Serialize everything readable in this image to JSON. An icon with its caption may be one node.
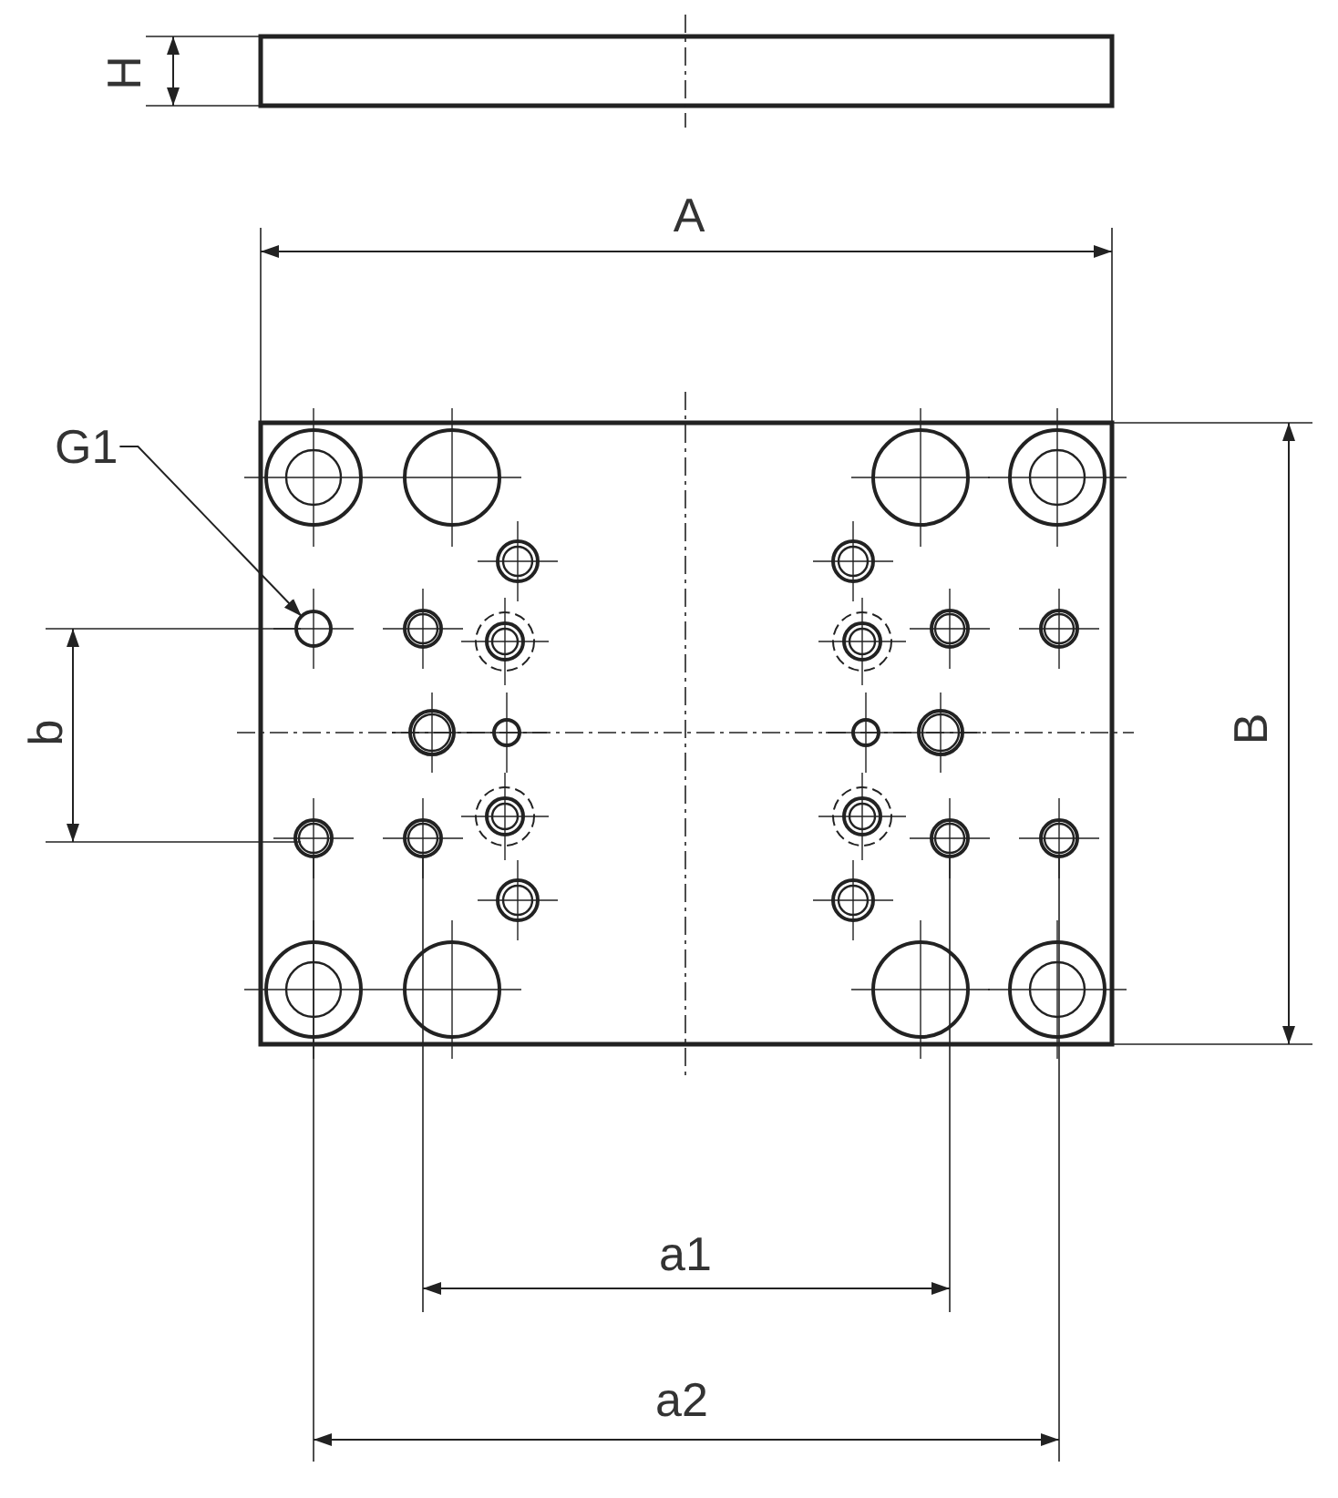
{
  "diagram": {
    "nodes": [
      {
        "text": [
          "G1"
        ]
      },
      {
        "text": [],
        "shape": "circle"
      }
    ],
    "edges": [
      {
        "from": 0,
        "to": 1,
        "arrow": "to"
      }
    ],
    "labels": [
      "H",
      "A",
      "b",
      "B",
      "a1",
      "a2"
    ]
  }
}
